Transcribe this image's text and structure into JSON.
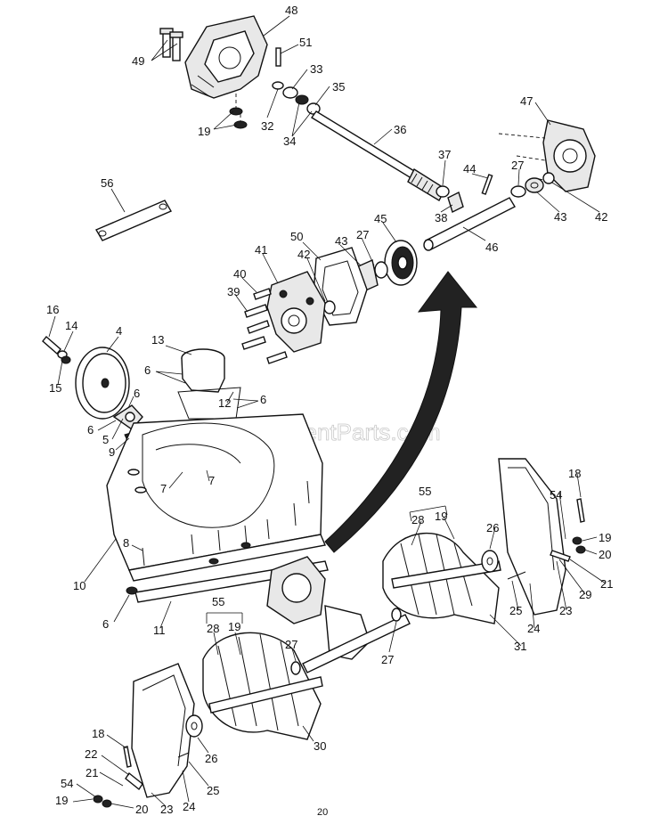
{
  "watermark": "eReplacementParts.com",
  "page_number": "20",
  "callouts": [
    {
      "id": "c48",
      "label": "48"
    },
    {
      "id": "c49",
      "label": "49"
    },
    {
      "id": "c51",
      "label": "51"
    },
    {
      "id": "c33",
      "label": "33"
    },
    {
      "id": "c35",
      "label": "35"
    },
    {
      "id": "c32",
      "label": "32"
    },
    {
      "id": "c34",
      "label": "34"
    },
    {
      "id": "c19a",
      "label": "19"
    },
    {
      "id": "c36",
      "label": "36"
    },
    {
      "id": "c47",
      "label": "47"
    },
    {
      "id": "c37",
      "label": "37"
    },
    {
      "id": "c44",
      "label": "44"
    },
    {
      "id": "c27a",
      "label": "27"
    },
    {
      "id": "c43a",
      "label": "43"
    },
    {
      "id": "c42a",
      "label": "42"
    },
    {
      "id": "c38",
      "label": "38"
    },
    {
      "id": "c46",
      "label": "46"
    },
    {
      "id": "c56",
      "label": "56"
    },
    {
      "id": "c45",
      "label": "45"
    },
    {
      "id": "c50",
      "label": "50"
    },
    {
      "id": "c27b",
      "label": "27"
    },
    {
      "id": "c43b",
      "label": "43"
    },
    {
      "id": "c41",
      "label": "41"
    },
    {
      "id": "c42b",
      "label": "42"
    },
    {
      "id": "c40",
      "label": "40"
    },
    {
      "id": "c39",
      "label": "39"
    },
    {
      "id": "c16",
      "label": "16"
    },
    {
      "id": "c14",
      "label": "14"
    },
    {
      "id": "c4",
      "label": "4"
    },
    {
      "id": "c13",
      "label": "13"
    },
    {
      "id": "c15",
      "label": "15"
    },
    {
      "id": "c6a",
      "label": "6"
    },
    {
      "id": "c6b",
      "label": "6"
    },
    {
      "id": "c12",
      "label": "12"
    },
    {
      "id": "c6c",
      "label": "6"
    },
    {
      "id": "c6d",
      "label": "6"
    },
    {
      "id": "c5",
      "label": "5"
    },
    {
      "id": "c9",
      "label": "9"
    },
    {
      "id": "c7a",
      "label": "7"
    },
    {
      "id": "c7b",
      "label": "7"
    },
    {
      "id": "c8",
      "label": "8"
    },
    {
      "id": "c10",
      "label": "10"
    },
    {
      "id": "c6e",
      "label": "6"
    },
    {
      "id": "c11",
      "label": "11"
    },
    {
      "id": "c18a",
      "label": "18"
    },
    {
      "id": "c55a",
      "label": "55"
    },
    {
      "id": "c54a",
      "label": "54"
    },
    {
      "id": "c28a",
      "label": "28"
    },
    {
      "id": "c19b",
      "label": "19"
    },
    {
      "id": "c26a",
      "label": "26"
    },
    {
      "id": "c19c",
      "label": "19"
    },
    {
      "id": "c20a",
      "label": "20"
    },
    {
      "id": "c21a",
      "label": "21"
    },
    {
      "id": "c29",
      "label": "29"
    },
    {
      "id": "c25a",
      "label": "25"
    },
    {
      "id": "c23a",
      "label": "23"
    },
    {
      "id": "c24a",
      "label": "24"
    },
    {
      "id": "c31",
      "label": "31"
    },
    {
      "id": "c55b",
      "label": "55"
    },
    {
      "id": "c28b",
      "label": "28"
    },
    {
      "id": "c19d",
      "label": "19"
    },
    {
      "id": "c27c",
      "label": "27"
    },
    {
      "id": "c27d",
      "label": "27"
    },
    {
      "id": "c30",
      "label": "30"
    },
    {
      "id": "c18b",
      "label": "18"
    },
    {
      "id": "c22",
      "label": "22"
    },
    {
      "id": "c26b",
      "label": "26"
    },
    {
      "id": "c21b",
      "label": "21"
    },
    {
      "id": "c25b",
      "label": "25"
    },
    {
      "id": "c54b",
      "label": "54"
    },
    {
      "id": "c24b",
      "label": "24"
    },
    {
      "id": "c19e",
      "label": "19"
    },
    {
      "id": "c20b",
      "label": "20"
    },
    {
      "id": "c23b",
      "label": "23"
    }
  ]
}
